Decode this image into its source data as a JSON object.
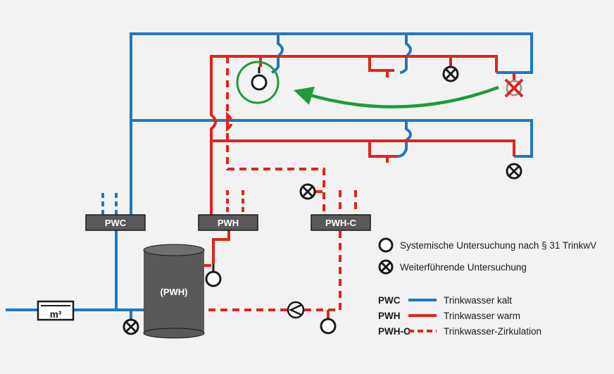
{
  "manifolds": {
    "pwc": "PWC",
    "pwh": "PWH",
    "pwhc": "PWH-C"
  },
  "tank_label": "(PWH)",
  "meter_label": "m³",
  "legend": {
    "systemic": "Systemische Untersuchung nach § 31 TrinkwV",
    "further": "Weiterführende Untersuchung",
    "lines": [
      {
        "code": "PWC",
        "text": "Trinkwasser kalt",
        "style": "solid",
        "color": "#1f78c1"
      },
      {
        "code": "PWH",
        "text": "Trinkwasser warm",
        "style": "solid",
        "color": "#e2231a"
      },
      {
        "code": "PWH-C",
        "text": "Trinkwasser-Zirkulation",
        "style": "dashed",
        "color": "#e2231a"
      }
    ]
  },
  "colors": {
    "cold": "#1f78c1",
    "warm": "#e2231a",
    "highlight_arrow": "#1e9a3c",
    "fault_cross": "#e2231a",
    "manifold_box": "#595959"
  },
  "icons": [
    "sampling-point-icon",
    "further-sampling-point-icon",
    "circulation-pump-icon",
    "water-meter-icon",
    "relocate-arrow-icon"
  ]
}
